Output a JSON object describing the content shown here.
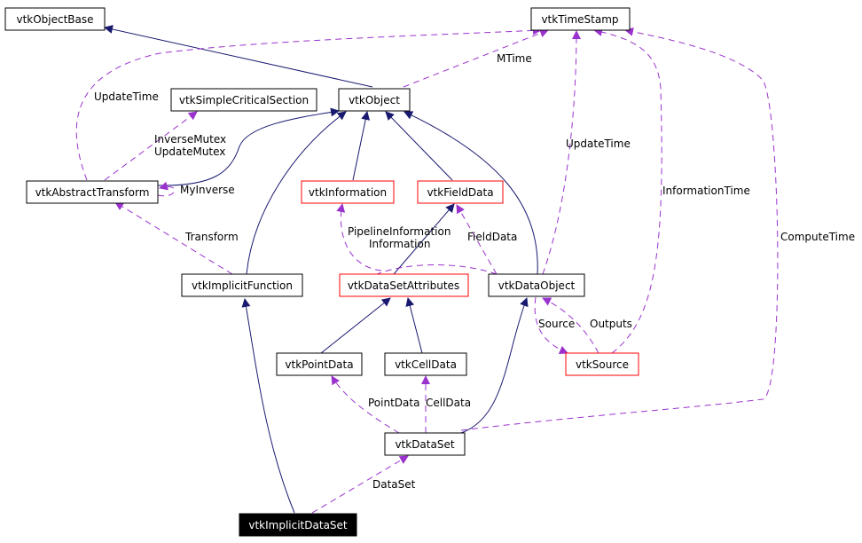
{
  "colors": {
    "inherit": "#191970",
    "usage": "#9a32cd",
    "black_border": "#000000",
    "red_border": "#ff0000",
    "highlight_fill": "#000000",
    "highlight_text": "#ffffff"
  },
  "nodes": {
    "vtkObjectBase": "vtkObjectBase",
    "vtkTimeStamp": "vtkTimeStamp",
    "vtkSimpleCriticalSection": "vtkSimpleCriticalSection",
    "vtkObject": "vtkObject",
    "vtkAbstractTransform": "vtkAbstractTransform",
    "vtkInformation": "vtkInformation",
    "vtkFieldData": "vtkFieldData",
    "vtkImplicitFunction": "vtkImplicitFunction",
    "vtkDataSetAttributes": "vtkDataSetAttributes",
    "vtkDataObject": "vtkDataObject",
    "vtkPointData": "vtkPointData",
    "vtkCellData": "vtkCellData",
    "vtkSource": "vtkSource",
    "vtkDataSet": "vtkDataSet",
    "vtkImplicitDataSet": "vtkImplicitDataSet"
  },
  "labels": {
    "mtime": "MTime",
    "update_time_left": "UpdateTime",
    "inverse_mutex": "InverseMutex",
    "update_mutex": "UpdateMutex",
    "my_inverse": "MyInverse",
    "transform": "Transform",
    "pipeline_information": "PipelineInformation",
    "information": "Information",
    "field_data": "FieldData",
    "update_time_right": "UpdateTime",
    "information_time": "InformationTime",
    "compute_time": "ComputeTime",
    "source": "Source",
    "outputs": "Outputs",
    "point_data": "PointData",
    "cell_data": "CellData",
    "data_set": "DataSet"
  }
}
